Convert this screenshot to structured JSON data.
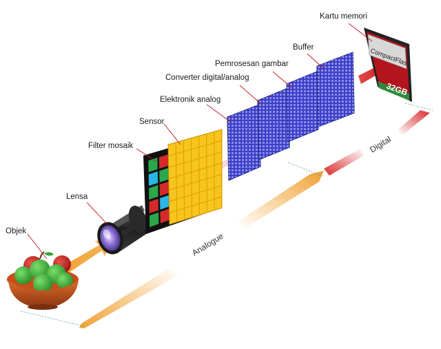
{
  "labels": {
    "object": "Objek",
    "lens": "Lensa",
    "mosaic_filter": "Filter mosaik",
    "sensor": "Sensor",
    "analog_electronics": "Elektronik analog",
    "da_converter": "Converter digital/analog",
    "image_processing": "Pemrosesan gambar",
    "buffer": "Buffer",
    "memory_card": "Kartu memori"
  },
  "axis": {
    "analogue": "Analogue",
    "digital": "Digital"
  },
  "card": {
    "brand": "CompactFlash",
    "capacity": "32GB"
  },
  "colors": {
    "analog_arrow": "#f0a030",
    "digital_arrow": "#d92a2a",
    "filter_red": "#d42a2a",
    "filter_green": "#2aa84a",
    "filter_blue": "#29b6e6",
    "sensor_yellow": "#f7c51e",
    "processor_blue": "#3b3fc9",
    "card_red": "#b3151c",
    "leader_line": "#c0121a"
  },
  "icons": [
    "apple-bowl-icon",
    "lens-icon",
    "compactflash-card-icon"
  ]
}
